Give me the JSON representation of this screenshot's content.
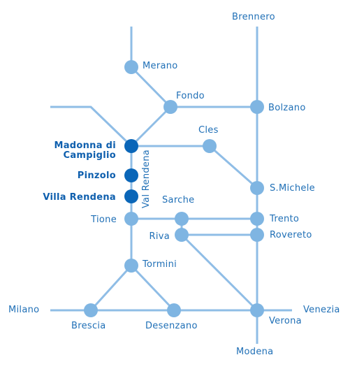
{
  "colors": {
    "route": "#8fbde6",
    "station": "#7fb5e2",
    "station_highlight": "#0a66b8",
    "label": "#1f6fb6",
    "label_highlight": "#0e5fae"
  },
  "places": {
    "brennero": "Brennero",
    "merano": "Merano",
    "fondo": "Fondo",
    "bolzano": "Bolzano",
    "cles": "Cles",
    "madonna_line1": "Madonna di",
    "madonna_line2": "Campiglio",
    "pinzolo": "Pinzolo",
    "villa_rendena": "Villa Rendena",
    "val_rendena": "Val Rendena",
    "smichele": "S.Michele",
    "sarche": "Sarche",
    "tione": "Tione",
    "trento": "Trento",
    "riva": "Riva",
    "rovereto": "Rovereto",
    "tormini": "Tormini",
    "milano": "Milano",
    "venezia": "Venezia",
    "brescia": "Brescia",
    "desenzano": "Desenzano",
    "verona": "Verona",
    "modena": "Modena"
  },
  "highlighted_stops": [
    "Madonna di Campiglio",
    "Pinzolo",
    "Villa Rendena"
  ]
}
